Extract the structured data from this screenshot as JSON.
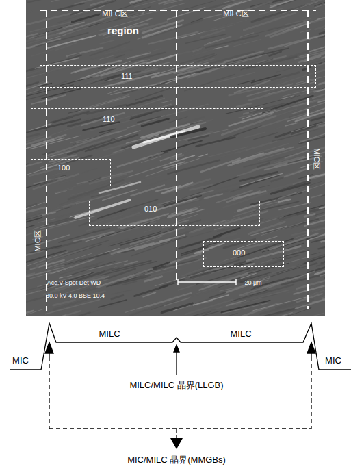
{
  "diagram": {
    "nodes": [
      {
        "text": [
          "111"
        ]
      },
      {
        "text": [
          "110"
        ]
      },
      {
        "text": [
          "100"
        ]
      },
      {
        "text": [
          "010"
        ]
      },
      {
        "text": [
          "000"
        ]
      }
    ],
    "labels": [
      "MILC区",
      "region",
      "MILC区",
      "MIC区",
      "MIC区",
      "Acc.V Spot Det WD",
      "30.0 kV 4.0 BSE 10.4",
      "20 μm",
      "MIC",
      "MILC",
      "MILC",
      "MIC",
      "MILC/MILC 晶界(LLGB)",
      "MIC/MILC 晶界(MMGBs)"
    ]
  }
}
